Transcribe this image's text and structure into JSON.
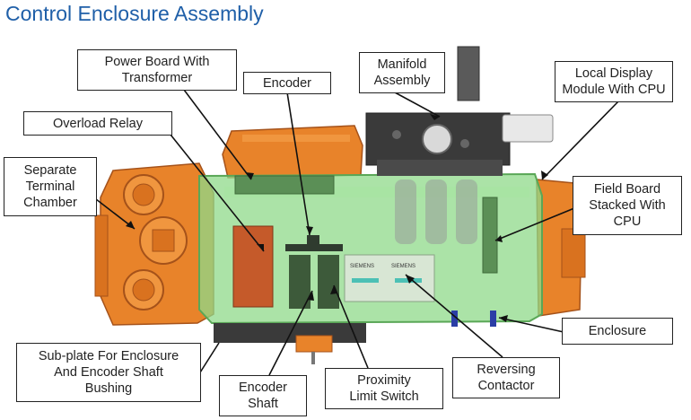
{
  "title": "Control Enclosure Assembly",
  "colors": {
    "title": "#1f5fa8",
    "orange_housing": "#e8832a",
    "green_enclosure": "#8fd98a",
    "dark_gray": "#3a3a3a"
  },
  "callouts": {
    "power_board": "Power Board With\nTransformer",
    "encoder": "Encoder",
    "manifold": "Manifold\nAssembly",
    "local_display": "Local Display\nModule With CPU",
    "overload_relay": "Overload Relay",
    "terminal_chamber": "Separate\nTerminal\nChamber",
    "field_board": "Field Board\nStacked With\nCPU",
    "enclosure": "Enclosure",
    "subplate": "Sub-plate For Enclosure\nAnd Encoder Shaft\nBushing",
    "encoder_shaft": "Encoder\nShaft",
    "proximity": "Proximity\nLimit Switch",
    "reversing": "Reversing\nContactor"
  },
  "part_labels": {
    "contactor_brand_1": "SIEMENS",
    "contactor_brand_2": "SIEMENS"
  }
}
